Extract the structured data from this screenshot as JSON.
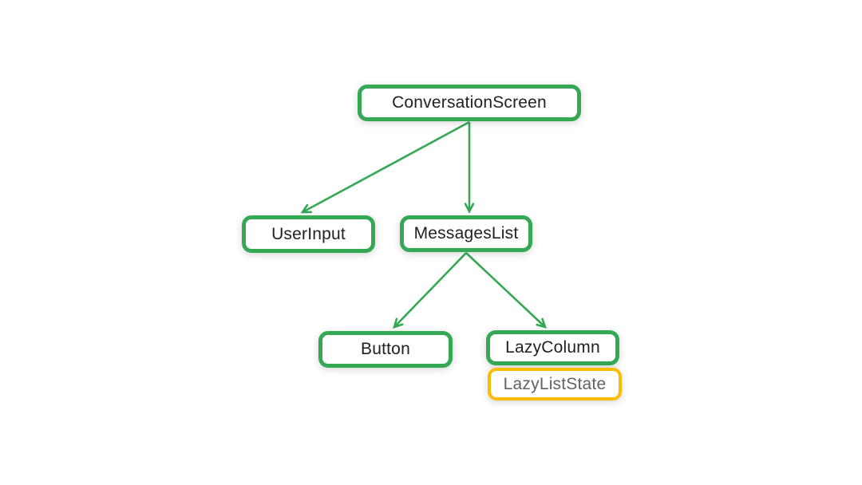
{
  "colors": {
    "green": "#34A853",
    "yellow": "#FBBC04",
    "text_dark": "#202124",
    "text_gray": "#5F6368",
    "background": "#FFFFFF"
  },
  "diagram": {
    "type": "component-tree",
    "nodes": [
      {
        "id": "conversation-screen",
        "label": "ConversationScreen",
        "border": "green"
      },
      {
        "id": "user-input",
        "label": "UserInput",
        "border": "green"
      },
      {
        "id": "messages-list",
        "label": "MessagesList",
        "border": "green"
      },
      {
        "id": "button",
        "label": "Button",
        "border": "green"
      },
      {
        "id": "lazy-column",
        "label": "LazyColumn",
        "border": "green"
      },
      {
        "id": "lazy-list-state",
        "label": "LazyListState",
        "border": "yellow"
      }
    ],
    "edges": [
      {
        "from": "ConversationScreen",
        "to": "UserInput"
      },
      {
        "from": "ConversationScreen",
        "to": "MessagesList"
      },
      {
        "from": "MessagesList",
        "to": "Button"
      },
      {
        "from": "MessagesList",
        "to": "LazyColumn"
      }
    ],
    "attachments": [
      {
        "host": "LazyColumn",
        "attached": "LazyListState"
      }
    ]
  }
}
